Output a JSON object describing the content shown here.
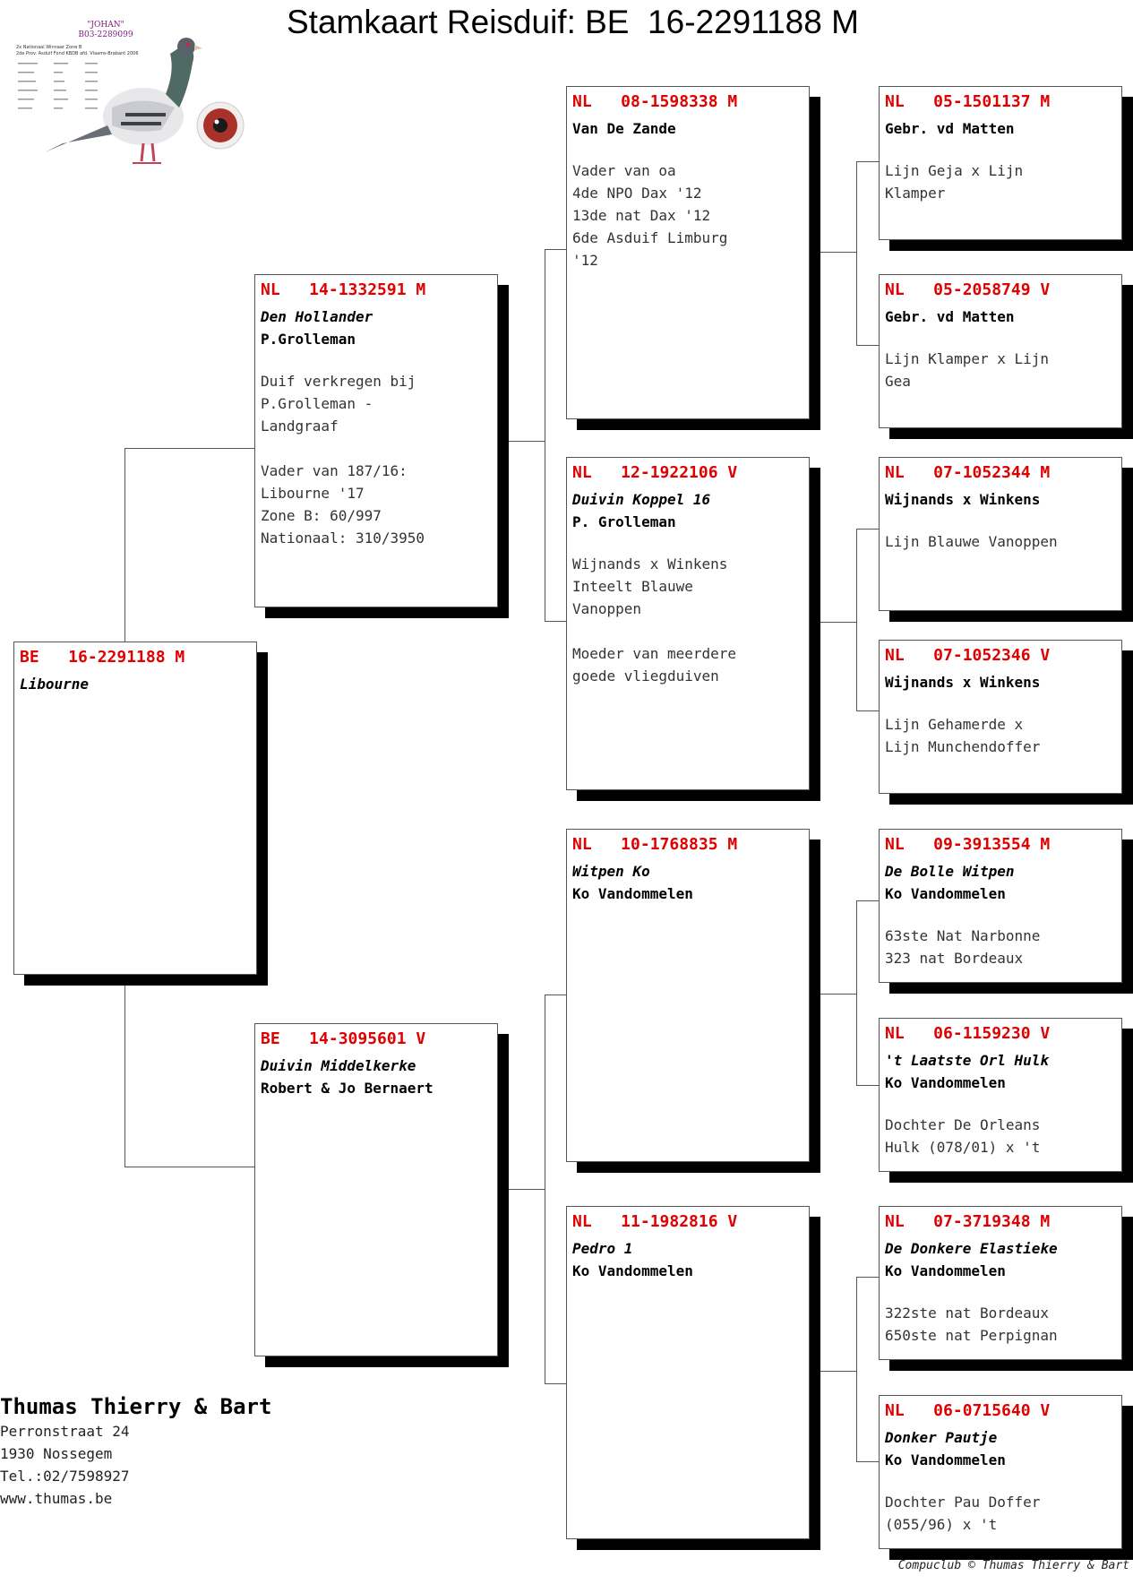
{
  "title": "Stamkaart Reisduif: BE  16-2291188 M",
  "photo": {
    "bird_name": "\"JOHAN\"",
    "bird_ring": "B03-2289099",
    "caption1": "2x Nationaal Winnaar Zone B",
    "caption2": "2de Prov. Asduif Fond KBDB afd. Vlaams-Brabant 2006"
  },
  "cards": [
    {
      "ring": "BE   16-2291188 M",
      "name": "Libourne",
      "breeder": "",
      "notes": []
    },
    {
      "ring": "NL   14-1332591 M",
      "name": "Den Hollander",
      "breeder": "P.Grolleman",
      "notes": [
        "Duif verkregen bij",
        "P.Grolleman -",
        "Landgraaf",
        "",
        "Vader van 187/16:",
        "Libourne '17",
        "Zone B: 60/997",
        "Nationaal: 310/3950"
      ]
    },
    {
      "ring": "BE   14-3095601 V",
      "name": "Duivin Middelkerke",
      "breeder": "Robert & Jo Bernaert",
      "notes": []
    },
    {
      "ring": "NL   08-1598338 M",
      "name": "",
      "breeder": "Van De Zande",
      "notes": [
        "Vader van oa",
        "4de NPO Dax '12",
        "13de nat Dax '12",
        "6de Asduif Limburg",
        "'12"
      ]
    },
    {
      "ring": "NL   12-1922106 V",
      "name": "Duivin Koppel 16",
      "breeder": "P. Grolleman",
      "notes": [
        "Wijnands x Winkens",
        "Inteelt Blauwe",
        "Vanoppen",
        "",
        "Moeder van meerdere",
        "goede vliegduiven"
      ]
    },
    {
      "ring": "NL   10-1768835 M",
      "name": "Witpen Ko",
      "breeder": "Ko Vandommelen",
      "notes": []
    },
    {
      "ring": "NL   11-1982816 V",
      "name": "Pedro 1",
      "breeder": "Ko Vandommelen",
      "notes": []
    },
    {
      "ring": "NL   05-1501137 M",
      "name": "",
      "breeder": "Gebr. vd Matten",
      "notes": [
        "Lijn Geja x Lijn",
        "Klamper"
      ]
    },
    {
      "ring": "NL   05-2058749 V",
      "name": "",
      "breeder": "Gebr. vd Matten",
      "notes": [
        "Lijn Klamper x Lijn",
        "Gea"
      ]
    },
    {
      "ring": "NL   07-1052344 M",
      "name": "",
      "breeder": "Wijnands x Winkens",
      "notes": [
        "Lijn Blauwe Vanoppen"
      ]
    },
    {
      "ring": "NL   07-1052346 V",
      "name": "",
      "breeder": "Wijnands x Winkens",
      "notes": [
        "Lijn Gehamerde x",
        "Lijn Munchendoffer"
      ]
    },
    {
      "ring": "NL   09-3913554 M",
      "name": "De Bolle Witpen",
      "breeder": "Ko Vandommelen",
      "notes": [
        "63ste Nat Narbonne",
        "323 nat Bordeaux"
      ]
    },
    {
      "ring": "NL   06-1159230 V",
      "name": "'t Laatste Orl Hulk",
      "breeder": "Ko Vandommelen",
      "notes": [
        "Dochter De Orleans",
        "Hulk (078/01) x 't"
      ]
    },
    {
      "ring": "NL   07-3719348 M",
      "name": "De Donkere Elastieke",
      "breeder": "Ko Vandommelen",
      "notes": [
        "322ste nat Bordeaux",
        "650ste nat Perpignan"
      ]
    },
    {
      "ring": "NL   06-0715640 V",
      "name": "Donker Pautje",
      "breeder": "Ko Vandommelen",
      "notes": [
        "Dochter Pau Doffer",
        "(055/96) x 't"
      ]
    }
  ],
  "owner": {
    "name": "Thumas Thierry & Bart",
    "street": "Perronstraat 24",
    "city": "1930  Nossegem",
    "phone": "Tel.:02/7598927",
    "web": "www.thumas.be"
  },
  "footer": "Compuclub © Thumas Thierry & Bart"
}
